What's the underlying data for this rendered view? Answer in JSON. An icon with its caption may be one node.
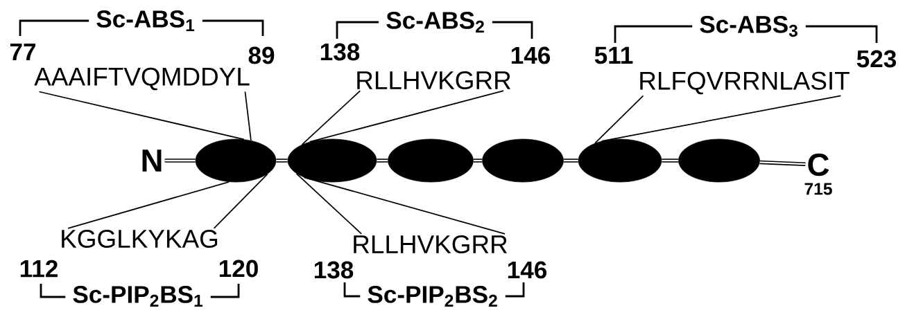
{
  "diagram": {
    "nodes": [
      {
        "text": [
          "N"
        ]
      },
      {
        "text": [],
        "shape": "ellipse"
      },
      {
        "text": [],
        "shape": "ellipse"
      },
      {
        "text": [],
        "shape": "ellipse"
      },
      {
        "text": [],
        "shape": "ellipse"
      },
      {
        "text": [],
        "shape": "ellipse"
      },
      {
        "text": [],
        "shape": "ellipse"
      },
      {
        "text": [
          "C"
        ],
        "beside": [
          "715"
        ]
      },
      {
        "text": [
          "AAAIFTVQMDDYL"
        ]
      },
      {
        "text": [
          "RLLHVKGRR"
        ]
      },
      {
        "text": [
          "RLFQVRRNLASIT"
        ]
      },
      {
        "text": [
          "KGGLKYKAG"
        ]
      },
      {
        "text": [
          "RLLHVKGRR"
        ]
      }
    ],
    "edges": [
      {
        "from": 0,
        "to": 1,
        "arrow": "none",
        "style": "thick"
      },
      {
        "from": 1,
        "to": 2,
        "arrow": "none",
        "style": "thick"
      },
      {
        "from": 2,
        "to": 3,
        "arrow": "none",
        "style": "thick"
      },
      {
        "from": 3,
        "to": 4,
        "arrow": "none",
        "style": "thick"
      },
      {
        "from": 4,
        "to": 5,
        "arrow": "none",
        "style": "thick"
      },
      {
        "from": 5,
        "to": 6,
        "arrow": "none",
        "style": "thick"
      },
      {
        "from": 6,
        "to": 7,
        "arrow": "none",
        "style": "thick"
      },
      {
        "from": 8,
        "to": 1,
        "arrow": "none"
      },
      {
        "from": 8,
        "to": 1,
        "arrow": "none"
      },
      {
        "from": 9,
        "to": 2,
        "arrow": "none"
      },
      {
        "from": 9,
        "to": 2,
        "arrow": "none"
      },
      {
        "from": 10,
        "to": 5,
        "arrow": "none"
      },
      {
        "from": 10,
        "to": 5,
        "arrow": "none"
      },
      {
        "from": 11,
        "to": 1,
        "arrow": "none"
      },
      {
        "from": 11,
        "to": 1,
        "arrow": "none"
      },
      {
        "from": 12,
        "to": 2,
        "arrow": "none"
      },
      {
        "from": 12,
        "to": 2,
        "arrow": "none"
      }
    ],
    "labels": [
      "Sc-ABS$_{1}$",
      "Sc-ABS$_{2}$",
      "Sc-ABS$_{3}$",
      "77",
      "89",
      "138",
      "146",
      "511",
      "523",
      "112",
      "120",
      "138",
      "146",
      "Sc-PIP$_{2}$BS$_{1}$",
      "Sc-PIP$_{2}$BS$_{2}$"
    ]
  }
}
